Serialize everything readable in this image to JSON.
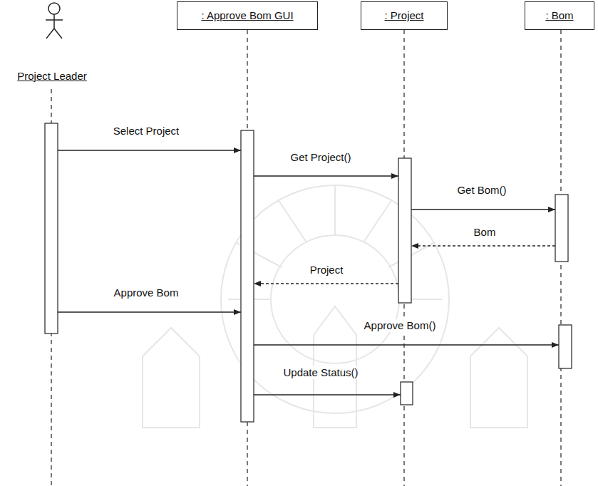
{
  "diagram": {
    "nodes": [
      {
        "text": [
          "Project Leader"
        ]
      },
      {
        "text": [
          ": Approve Bom GUI"
        ]
      },
      {
        "text": [
          ": Project"
        ]
      },
      {
        "text": [
          ": Bom"
        ]
      }
    ],
    "edges": [
      {
        "from": 0,
        "to": 1,
        "label": "Select Project",
        "arrow": "to"
      },
      {
        "from": 1,
        "to": 2,
        "label": "Get Project()",
        "arrow": "to"
      },
      {
        "from": 2,
        "to": 3,
        "label": "Get Bom()",
        "arrow": "to"
      },
      {
        "from": 3,
        "to": 2,
        "label": "Bom",
        "arrow": "to"
      },
      {
        "from": 2,
        "to": 1,
        "label": "Project",
        "arrow": "to"
      },
      {
        "from": 0,
        "to": 1,
        "label": "Approve Bom",
        "arrow": "to"
      },
      {
        "from": 1,
        "to": 3,
        "label": "Approve Bom()",
        "arrow": "to"
      },
      {
        "from": 1,
        "to": 2,
        "label": "Update Status()",
        "arrow": "to"
      }
    ]
  }
}
